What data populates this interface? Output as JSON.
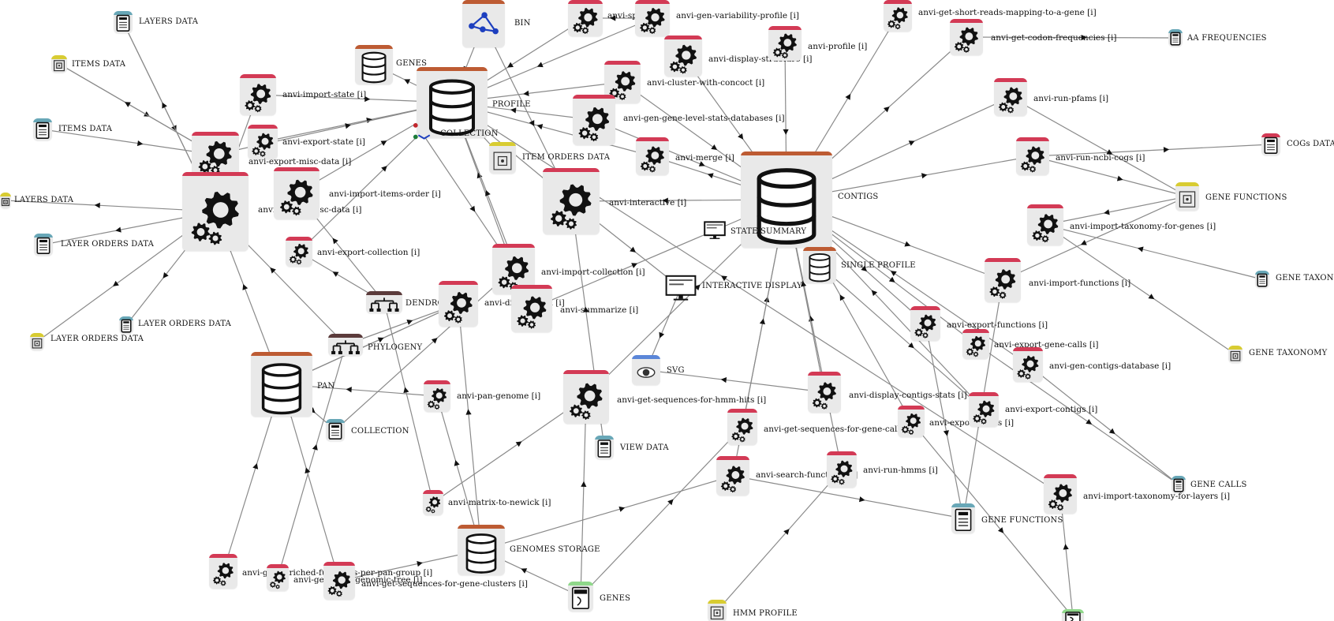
{
  "colors": {
    "program": "#d33a55",
    "database": "#bd5b33",
    "txt": "#68a7b7",
    "concept": "#d8cc32",
    "fasta": "#8fd88a",
    "tree": "#5b3b3b",
    "svg": "#5b86d8",
    "edge": "#8a8a8a"
  },
  "nodes": [
    {
      "id": "layers-data-1",
      "kind": "txt",
      "label": "LAYERS DATA"
    },
    {
      "id": "items-data-1",
      "kind": "concept",
      "label": "ITEMS DATA"
    },
    {
      "id": "items-data-2",
      "kind": "txt",
      "label": "ITEMS DATA"
    },
    {
      "id": "layers-data-2",
      "kind": "concept",
      "label": "LAYERS DATA"
    },
    {
      "id": "layer-orders-1",
      "kind": "txt",
      "label": "LAYER ORDERS DATA"
    },
    {
      "id": "layer-orders-2",
      "kind": "txt",
      "label": "LAYER ORDERS DATA"
    },
    {
      "id": "layer-orders-3",
      "kind": "concept",
      "label": "LAYER ORDERS DATA"
    },
    {
      "id": "genes-db",
      "kind": "database",
      "label": "GENES"
    },
    {
      "id": "import-state",
      "kind": "program",
      "label": "anvi-import-state [i]"
    },
    {
      "id": "export-state",
      "kind": "program",
      "label": "anvi-export-state [i]"
    },
    {
      "id": "export-misc",
      "kind": "program",
      "label": "anvi-export-misc-data [i]"
    },
    {
      "id": "import-misc",
      "kind": "program",
      "label": "anvi-import-misc-data [i]"
    },
    {
      "id": "import-items-order",
      "kind": "program",
      "label": "anvi-import-items-order [i]"
    },
    {
      "id": "export-collection",
      "kind": "program",
      "label": "anvi-export-collection [i]"
    },
    {
      "id": "bin",
      "kind": "bin",
      "label": "BIN"
    },
    {
      "id": "profile-db",
      "kind": "database",
      "label": "PROFILE"
    },
    {
      "id": "collection-concept",
      "kind": "collection",
      "label": "COLLECTION"
    },
    {
      "id": "item-orders",
      "kind": "concept",
      "label": "ITEM ORDERS DATA"
    },
    {
      "id": "split",
      "kind": "program",
      "label": "anvi-split [i]"
    },
    {
      "id": "gen-var",
      "kind": "program",
      "label": "anvi-gen-variability-profile [i]"
    },
    {
      "id": "display-structure",
      "kind": "program",
      "label": "anvi-display-structure [i]"
    },
    {
      "id": "cluster-concoct",
      "kind": "program",
      "label": "anvi-cluster-with-concoct [i]"
    },
    {
      "id": "gen-gene-level",
      "kind": "program",
      "label": "anvi-gen-gene-level-stats-databases [i]"
    },
    {
      "id": "merge",
      "kind": "program",
      "label": "anvi-merge [i]"
    },
    {
      "id": "interactive",
      "kind": "program",
      "label": "anvi-interactive [i]"
    },
    {
      "id": "profile",
      "kind": "program",
      "label": "anvi-profile [i]"
    },
    {
      "id": "short-reads",
      "kind": "program",
      "label": "anvi-get-short-reads-mapping-to-a-gene [i]"
    },
    {
      "id": "codon-freq",
      "kind": "program",
      "label": "anvi-get-codon-frequencies [i]"
    },
    {
      "id": "aa-freq",
      "kind": "txt",
      "label": "AA FREQUENCIES"
    },
    {
      "id": "run-pfams",
      "kind": "program",
      "label": "anvi-run-pfams [i]"
    },
    {
      "id": "run-ncbi-cogs",
      "kind": "program",
      "label": "anvi-run-ncbi-cogs [i]"
    },
    {
      "id": "cogs-data",
      "kind": "cogs",
      "label": "COGs DATA"
    },
    {
      "id": "gene-functions-concept",
      "kind": "concept",
      "label": "GENE FUNCTIONS"
    },
    {
      "id": "import-taxonomy-genes",
      "kind": "program",
      "label": "anvi-import-taxonomy-for-genes [i]"
    },
    {
      "id": "gene-taxonomy-txt",
      "kind": "txt",
      "label": "GENE TAXONOMY"
    },
    {
      "id": "gene-taxonomy-concept",
      "kind": "concept",
      "label": "GENE TAXONOMY"
    },
    {
      "id": "contigs-db",
      "kind": "database",
      "label": "CONTIGS"
    },
    {
      "id": "state-summary",
      "kind": "monitor",
      "label": "STATE SUMMARY"
    },
    {
      "id": "single-profile",
      "kind": "database",
      "label": "SINGLE PROFILE"
    },
    {
      "id": "interactive-display",
      "kind": "monitor",
      "label": "INTERACTIVE DISPLAY"
    },
    {
      "id": "import-functions",
      "kind": "program",
      "label": "anvi-import-functions [i]"
    },
    {
      "id": "export-functions",
      "kind": "program",
      "label": "anvi-export-functions [i]"
    },
    {
      "id": "export-gene-calls",
      "kind": "program",
      "label": "anvi-export-gene-calls [i]"
    },
    {
      "id": "gen-contigs-db",
      "kind": "program",
      "label": "anvi-gen-contigs-database [i]"
    },
    {
      "id": "import-collection",
      "kind": "program",
      "label": "anvi-import-collection [i]"
    },
    {
      "id": "dendrogram",
      "kind": "tree",
      "label": "DENDROGRAM"
    },
    {
      "id": "display-pan",
      "kind": "program",
      "label": "anvi-display-pan [i]"
    },
    {
      "id": "summarize",
      "kind": "program",
      "label": "anvi-summarize [i]"
    },
    {
      "id": "phylogeny",
      "kind": "tree",
      "label": "PHYLOGENY"
    },
    {
      "id": "pan-db",
      "kind": "database",
      "label": "PAN"
    },
    {
      "id": "pan-genome",
      "kind": "program",
      "label": "anvi-pan-genome [i]"
    },
    {
      "id": "collection-txt",
      "kind": "txt",
      "label": "COLLECTION"
    },
    {
      "id": "svg-out",
      "kind": "svg",
      "label": "SVG"
    },
    {
      "id": "seqs-hmm",
      "kind": "program",
      "label": "anvi-get-sequences-for-hmm-hits [i]"
    },
    {
      "id": "display-contigs-stats",
      "kind": "program",
      "label": "anvi-display-contigs-stats [i]"
    },
    {
      "id": "seqs-gene-calls",
      "kind": "program",
      "label": "anvi-get-sequences-for-gene-calls [i]"
    },
    {
      "id": "export-splits",
      "kind": "program",
      "label": "anvi-export-splits [i]"
    },
    {
      "id": "export-contigs",
      "kind": "program",
      "label": "anvi-export-contigs [i]"
    },
    {
      "id": "view-data",
      "kind": "txt",
      "label": "VIEW DATA"
    },
    {
      "id": "search-functions",
      "kind": "program",
      "label": "anvi-search-functions [i]"
    },
    {
      "id": "run-hmms",
      "kind": "program",
      "label": "anvi-run-hmms [i]"
    },
    {
      "id": "gene-functions-txt",
      "kind": "txt",
      "label": "GENE FUNCTIONS"
    },
    {
      "id": "gene-calls-txt",
      "kind": "txt",
      "label": "GENE CALLS"
    },
    {
      "id": "import-taxonomy-layers",
      "kind": "program",
      "label": "anvi-import-taxonomy-for-layers [i]"
    },
    {
      "id": "matrix-newick",
      "kind": "program",
      "label": "anvi-matrix-to-newick [i]"
    },
    {
      "id": "genomes-storage",
      "kind": "database",
      "label": "GENOMES STORAGE"
    },
    {
      "id": "enriched-functions",
      "kind": "program",
      "label": "anvi-get-enriched-functions-per-pan-group [i]"
    },
    {
      "id": "gen-phylogenomic",
      "kind": "program",
      "label": "anvi-gen-phylogenomic-tree [i]"
    },
    {
      "id": "seqs-gene-clusters",
      "kind": "program",
      "label": "anvi-get-sequences-for-gene-clusters [i]"
    },
    {
      "id": "genes-fasta",
      "kind": "fasta",
      "label": "GENES"
    },
    {
      "id": "hmm-profile",
      "kind": "concept",
      "label": "HMM PROFILE"
    },
    {
      "id": "fasta-bottom",
      "kind": "fasta",
      "label": ""
    }
  ]
}
